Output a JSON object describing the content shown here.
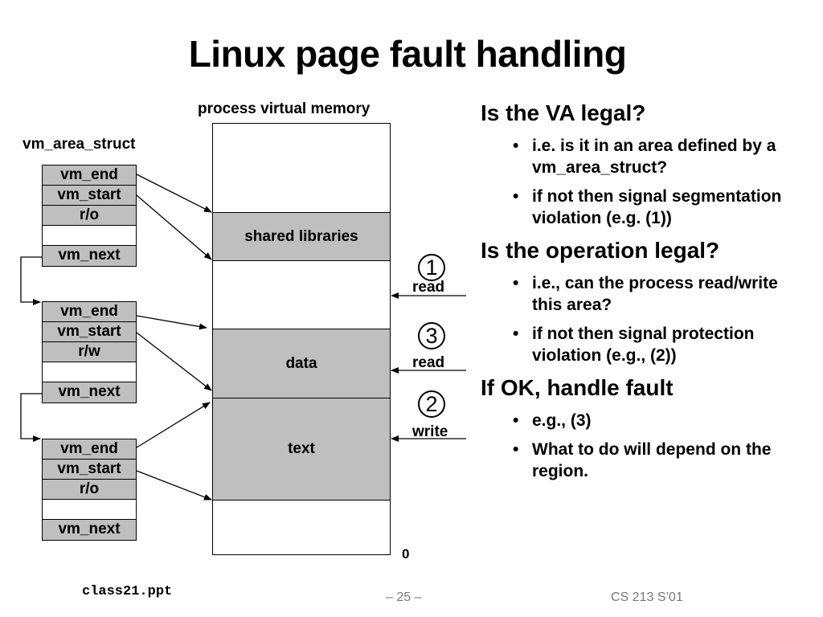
{
  "title": "Linux page fault handling",
  "diagram": {
    "memory_label": "process virtual memory",
    "struct_label": "vm_area_struct",
    "structs": [
      {
        "fields": [
          "vm_end",
          "vm_start",
          "r/o",
          "",
          "vm_next"
        ]
      },
      {
        "fields": [
          "vm_end",
          "vm_start",
          "r/w",
          "",
          "vm_next"
        ]
      },
      {
        "fields": [
          "vm_end",
          "vm_start",
          "r/o",
          "",
          "vm_next"
        ]
      }
    ],
    "regions": {
      "shared": "shared libraries",
      "data": "data",
      "text": "text"
    },
    "zero_label": "0",
    "accesses": [
      {
        "num": "1",
        "op": "read"
      },
      {
        "num": "3",
        "op": "read"
      },
      {
        "num": "2",
        "op": "write"
      }
    ]
  },
  "right": {
    "sections": [
      {
        "heading": "Is the VA legal?",
        "bullets": [
          "i.e. is it in an area defined by a vm_area_struct?",
          "if not then signal segmentation violation (e.g. (1))"
        ]
      },
      {
        "heading": "Is the operation legal?",
        "bullets": [
          "i.e., can the process read/write this area?",
          "if not then signal protection violation (e.g., (2))"
        ]
      },
      {
        "heading": "If OK, handle fault",
        "bullets": [
          "e.g., (3)",
          "What to do will depend on the region."
        ]
      }
    ]
  },
  "footer": {
    "file": "class21.ppt",
    "page": "– 25 –",
    "course": "CS 213 S’01"
  }
}
